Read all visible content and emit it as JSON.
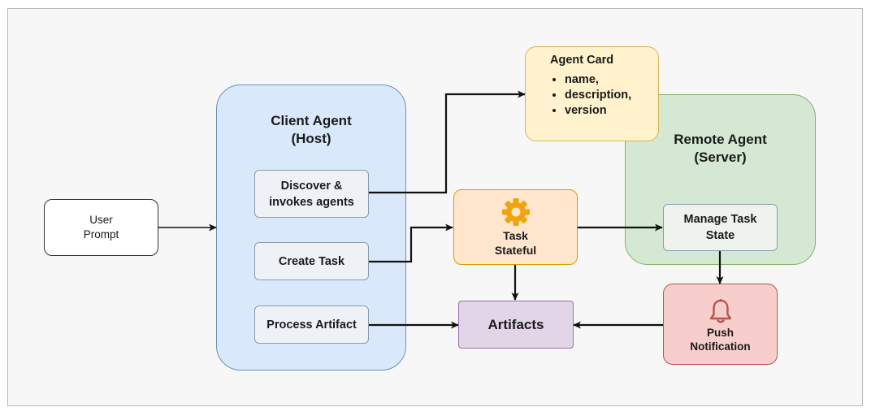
{
  "user_prompt": {
    "label": "User\nPrompt"
  },
  "client_agent": {
    "title": "Client Agent\n(Host)",
    "discover": "Discover &\ninvokes agents",
    "create_task": "Create Task",
    "process_artifact": "Process Artifact"
  },
  "agent_card": {
    "title": "Agent Card",
    "items": [
      "name,",
      "description,",
      "version"
    ]
  },
  "remote_agent": {
    "title": "Remote Agent\n(Server)",
    "manage_task": "Manage Task\nState"
  },
  "task": {
    "label": "Task\nStateful",
    "icon": "gear-icon"
  },
  "artifacts": {
    "label": "Artifacts"
  },
  "push_notification": {
    "label": "Push\nNotification",
    "icon": "bell-icon"
  },
  "colors": {
    "client_fill": "#dae8fc",
    "client_border": "#6c8ebf",
    "remote_fill": "#d5e8d4",
    "remote_border": "#82b366",
    "card_fill": "#fff2cc",
    "card_border": "#d6b656",
    "task_fill": "#ffe6cc",
    "task_border": "#d79b00",
    "artifacts_fill": "#e1d5e7",
    "artifacts_border": "#9673a6",
    "push_fill": "#f8cecc",
    "push_border": "#b85450",
    "gear": "#f0a30a"
  }
}
